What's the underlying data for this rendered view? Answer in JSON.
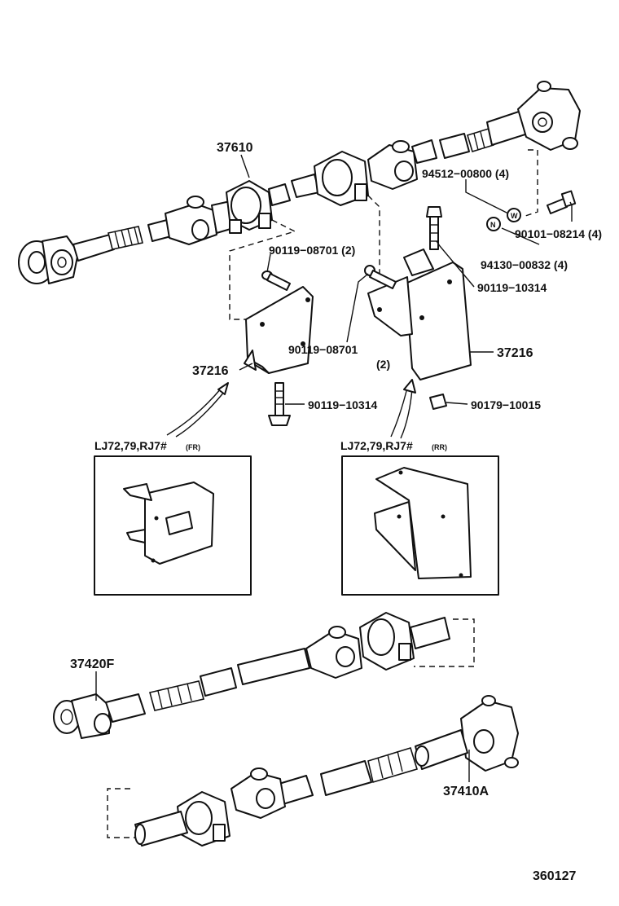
{
  "diagram": {
    "labels": {
      "p37610": "37610",
      "p94512": "94512−00800 (4)",
      "p90101": "90101−08214 (4)",
      "p94130": "94130−00832 (4)",
      "p90119_08701_left": "90119−08701 (2)",
      "p90119_10314_right": "90119−10314",
      "p90119_08701_mid": "90119−08701",
      "p90119_08701_mid_qty": "(2)",
      "p37216_right": "37216",
      "p37216_left": "37216",
      "p90119_10314_left": "90119−10314",
      "p90179": "90179−10015",
      "model_fr": "LJ72,79,RJ7#",
      "model_fr_tag": "(FR)",
      "model_rr": "LJ72,79,RJ7#",
      "model_rr_tag": "(RR)",
      "p37420F": "37420F",
      "p37410A": "37410A",
      "figure_no": "360127",
      "washer_w": "W",
      "washer_n": "N"
    }
  }
}
